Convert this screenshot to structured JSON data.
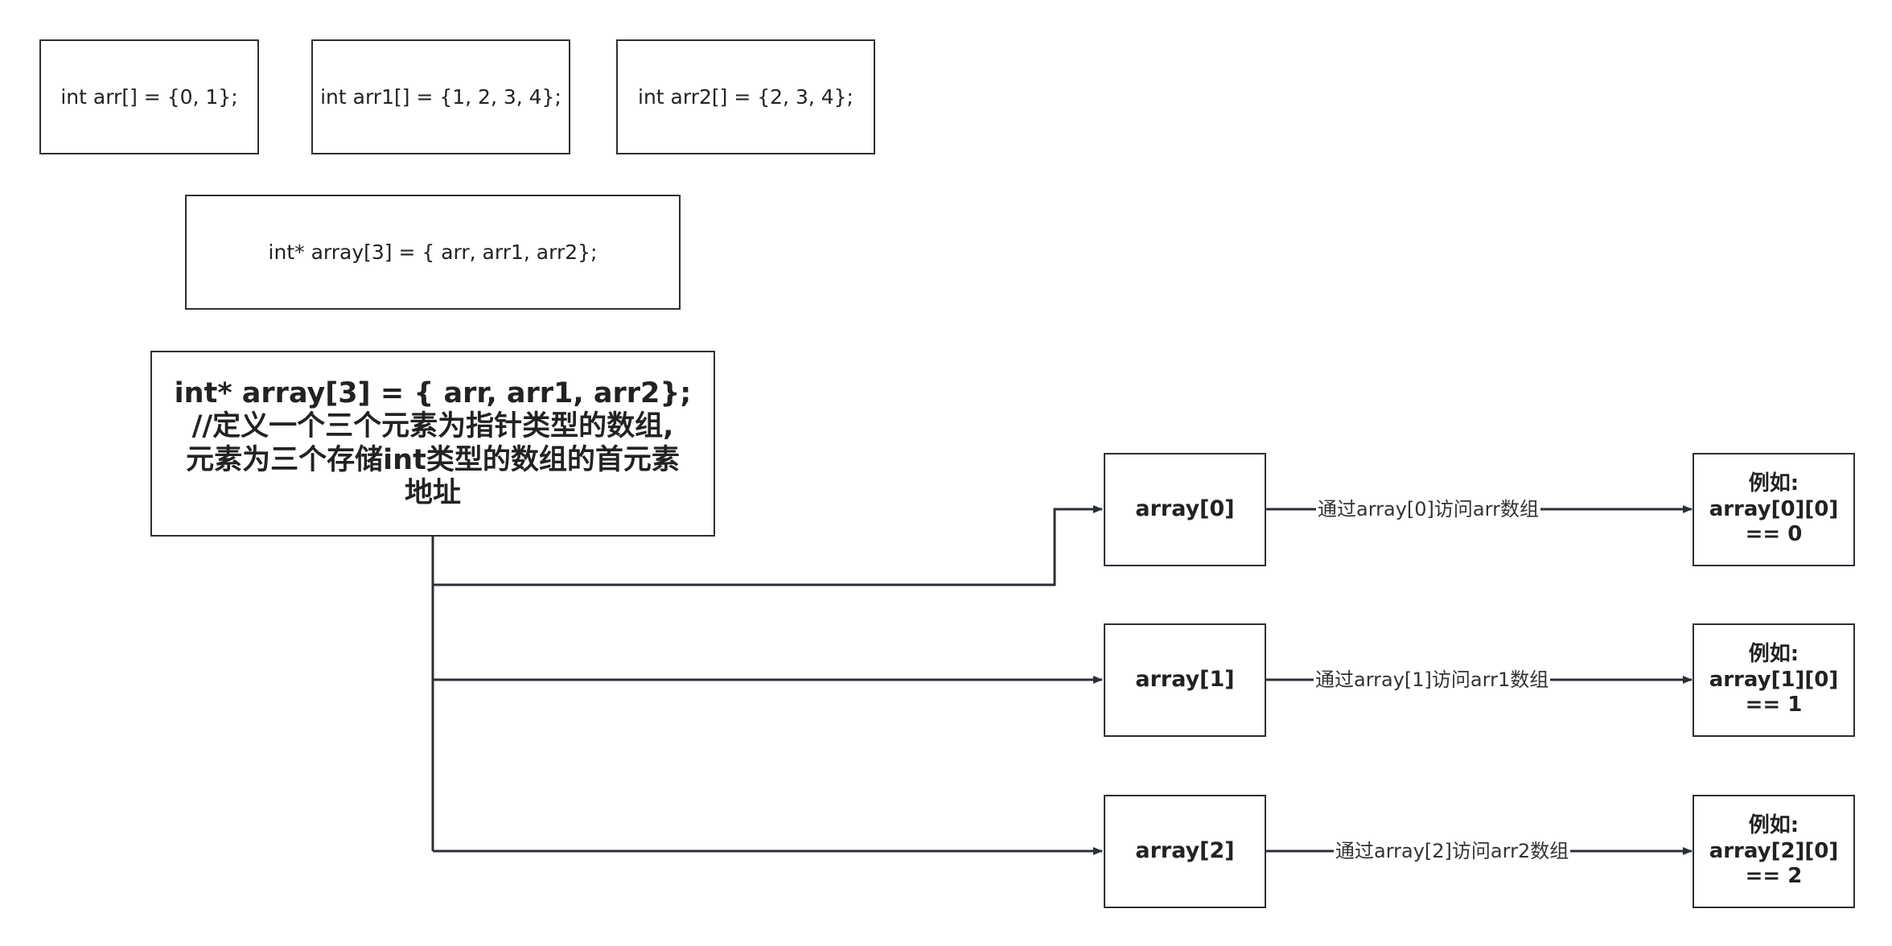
{
  "declarations": {
    "arr": "int arr[] = {0, 1};",
    "arr1": "int arr1[] = {1, 2, 3, 4};",
    "arr2": "int arr2[] = {2, 3, 4};",
    "array": "int* array[3] =  { arr, arr1, arr2};"
  },
  "summary": {
    "line1": "int* array[3] =  { arr, arr1, arr2};",
    "line2": "//定义一个三个元素为指针类型的数组,",
    "line3": "元素为三个存储int类型的数组的首元素",
    "line4": "地址"
  },
  "elements": [
    {
      "label": "array[0]",
      "edge_label": "通过array[0]访问arr数组",
      "example_title": "例如:",
      "example_expr": "array[0][0]",
      "example_result": "== 0"
    },
    {
      "label": "array[1]",
      "edge_label": "通过array[1]访问arr1数组",
      "example_title": "例如:",
      "example_expr": "array[1][0]",
      "example_result": "== 1"
    },
    {
      "label": "array[2]",
      "edge_label": "通过array[2]访问arr2数组",
      "example_title": "例如:",
      "example_expr": "array[2][0]",
      "example_result": "== 2"
    }
  ],
  "colors": {
    "stroke": "#2b2f36",
    "text": "#222222",
    "background": "#ffffff"
  }
}
